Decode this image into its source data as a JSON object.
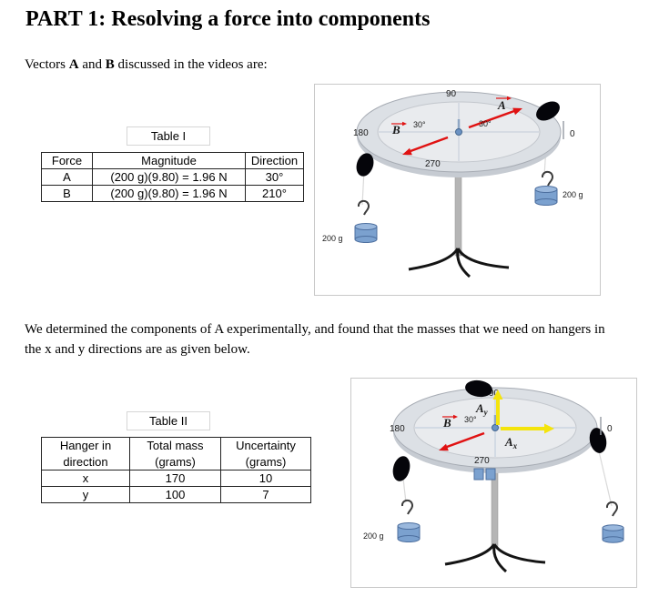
{
  "doc": {
    "title": "PART 1: Resolving a force into components",
    "para1_pre": "Vectors ",
    "para1_a": "A",
    "para1_mid": " and ",
    "para1_b": "B",
    "para1_post": " discussed in the videos are:",
    "para2": "We determined the components of A experimentally, and found that the masses that we need on hangers in the x and y directions are as given below."
  },
  "table1": {
    "caption": "Table I",
    "headers": {
      "force": "Force",
      "magnitude": "Magnitude",
      "direction": "Direction"
    },
    "rows": [
      {
        "force": "A",
        "magnitude": "(200 g)(9.80) = 1.96 N",
        "direction": "30°"
      },
      {
        "force": "B",
        "magnitude": "(200 g)(9.80) = 1.96 N",
        "direction": "210°"
      }
    ]
  },
  "table2": {
    "caption": "Table II",
    "headers": {
      "col1_line1": "Hanger in",
      "col1_line2": "direction",
      "col2_line1": "Total mass",
      "col2_line2": "(grams)",
      "col3_line1": "Uncertainty",
      "col3_line2": "(grams)"
    },
    "rows": [
      {
        "direction": "x",
        "mass": "170",
        "uncertainty": "10"
      },
      {
        "direction": "y",
        "mass": "100",
        "uncertainty": "7"
      }
    ]
  },
  "figure1": {
    "deg_90": "90",
    "deg_180": "180",
    "deg_270": "270",
    "deg_0": "0",
    "label_a": "A",
    "angle_a": "30°",
    "label_b": "B",
    "angle_b": "30°",
    "mass_left": "200 g",
    "mass_right": "200 g"
  },
  "figure2": {
    "deg_90": "90",
    "deg_180": "180",
    "deg_270": "270",
    "deg_0": "0",
    "label_b": "B",
    "angle_b": "30°",
    "a_letter": "A",
    "sub_x": "x",
    "sub_y": "y",
    "mass_left": "200 g"
  }
}
